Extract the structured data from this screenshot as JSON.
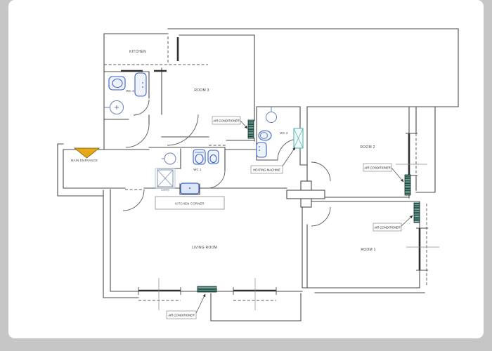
{
  "rooms": {
    "kitchen": "KITCHEN",
    "wc3": "WC 3",
    "room3": "ROOM 3",
    "wc2": "WC 2",
    "room2": "ROOM 2",
    "main_entrance": "MAIN ENTRANCE",
    "wc1": "WC 1",
    "laundry": "Laundry",
    "kitchen_corner": "KITCHEN CORNER",
    "living_room": "LIVING ROOM",
    "room1": "ROOM 1"
  },
  "equipment_labels": {
    "ac_room3": "AIR CONDITIONER",
    "ac_room2": "AIR CONDITIONER",
    "ac_room1": "AIR CONDITIONER",
    "ac_living": "AIR CONDITIONER",
    "heating": "HEATING MACHINE"
  },
  "icons": {
    "entrance_arrow": "orange-triangle-down",
    "toilet": "oval-in-rounded-rect",
    "bidet": "oval-in-rounded-rect",
    "sink": "rounded-rect-basin",
    "shower": "circle-with-stub",
    "ac_unit": "dark-hatched-bar",
    "heating_machine": "teal-x-box",
    "laundry_machine": "gray-x-box"
  },
  "colors": {
    "page_background": "#c6c6c6",
    "sheet": "#ffffff",
    "wall": "#4b4b4b",
    "fixture_blue": "#3a5fc8",
    "ac_dark": "#123f37",
    "heating_teal": "#58b7ae",
    "laundry_gray": "#7d93ad",
    "entrance_orange": "#e6a817"
  }
}
